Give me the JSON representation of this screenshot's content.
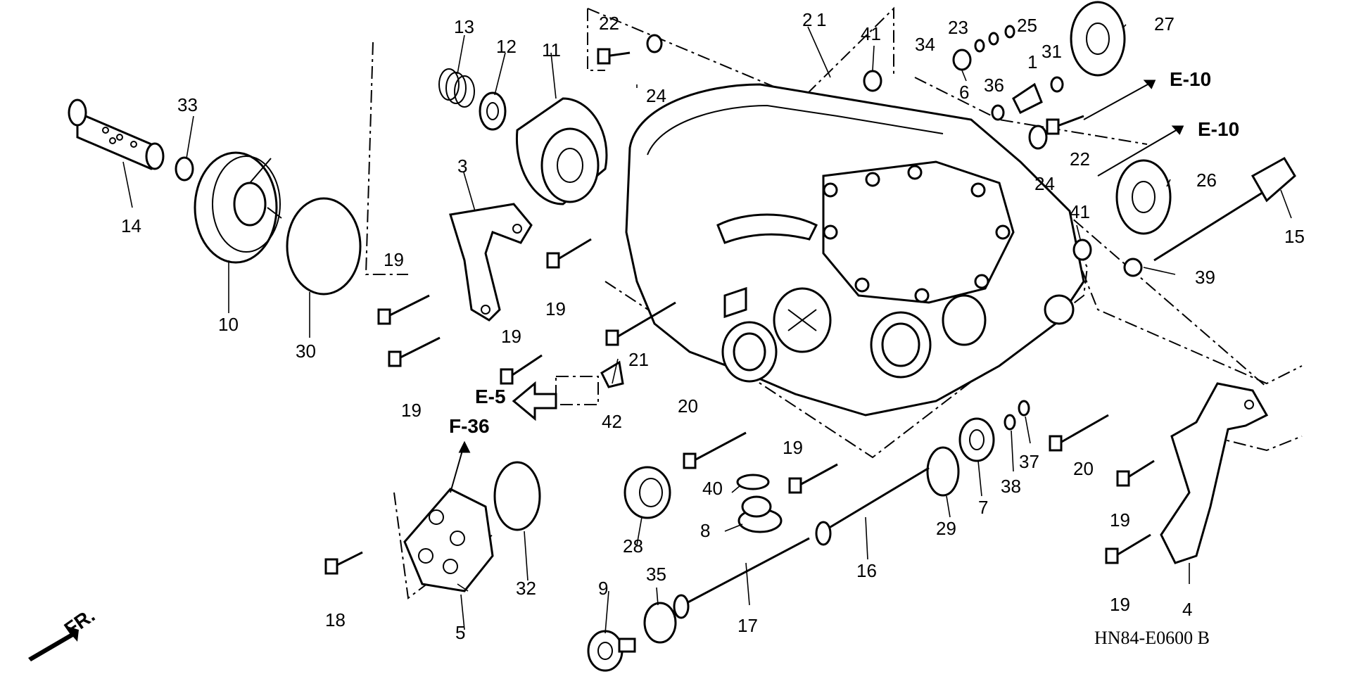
{
  "diagram": {
    "code": "HN84-E0600 B",
    "front_label": "FR.",
    "references": {
      "e10_upper": "E-10",
      "e10_lower": "E-10",
      "e5": "E-5",
      "f36": "F-36"
    },
    "part_labels": {
      "p1": "1",
      "p2": "2",
      "p3": "3",
      "p4": "4",
      "p5": "5",
      "p6": "6",
      "p7": "7",
      "p8": "8",
      "p9": "9",
      "p10": "10",
      "p11": "11",
      "p12": "12",
      "p13": "13",
      "p14": "14",
      "p15": "15",
      "p16": "16",
      "p17": "17",
      "p18": "18",
      "p19a": "19",
      "p19b": "19",
      "p19c": "19",
      "p19d": "19",
      "p19e": "19",
      "p19f": "19",
      "p19g": "19",
      "p20a": "20",
      "p20b": "20",
      "p21": "21",
      "p22a": "22",
      "p22b": "22",
      "p23": "23",
      "p24a": "24",
      "p24b": "24",
      "p25": "25",
      "p26": "26",
      "p27": "27",
      "p28": "28",
      "p29": "29",
      "p30": "30",
      "p31": "31",
      "p32": "32",
      "p33": "33",
      "p34": "34",
      "p35": "35",
      "p36": "36",
      "p37": "37",
      "p38": "38",
      "p39": "39",
      "p40": "40",
      "p41a": "41",
      "p41b": "41",
      "p42": "42"
    }
  }
}
